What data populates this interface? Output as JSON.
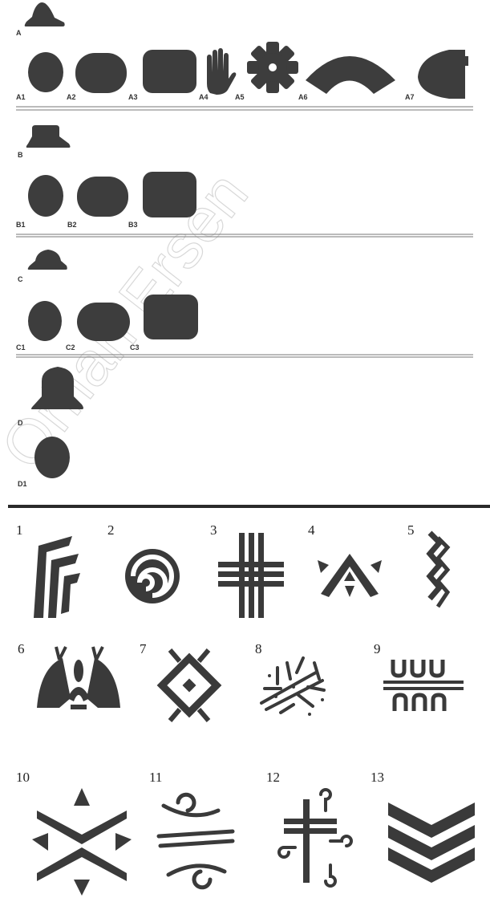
{
  "watermark": "Orhan Ersen",
  "groups": [
    {
      "id": "A",
      "base_label": "A",
      "items": [
        "A1",
        "A2",
        "A3",
        "A4",
        "A5",
        "A6",
        "A7"
      ]
    },
    {
      "id": "B",
      "base_label": "B",
      "items": [
        "B1",
        "B2",
        "B3"
      ]
    },
    {
      "id": "C",
      "base_label": "C",
      "items": [
        "C1",
        "C2",
        "C3"
      ]
    },
    {
      "id": "D",
      "base_label": "D",
      "items": [
        "D1"
      ]
    }
  ],
  "motifs": [
    "1",
    "2",
    "3",
    "4",
    "5",
    "6",
    "7",
    "8",
    "9",
    "10",
    "11",
    "12",
    "13"
  ],
  "colors": {
    "shape_fill": "#3d3d3d",
    "rule": "#777777",
    "thick_rule": "#2a2a2a"
  }
}
